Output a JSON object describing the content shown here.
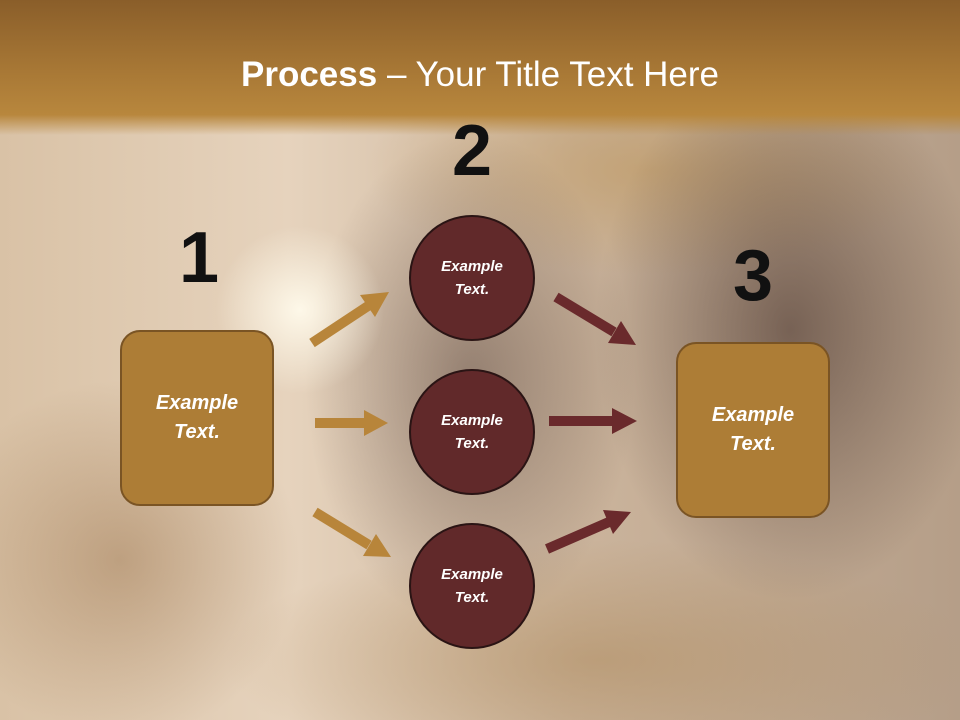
{
  "title": {
    "bold": "Process",
    "rest": " – Your Title Text Here"
  },
  "steps": [
    {
      "number": "1",
      "label": "Example Text."
    },
    {
      "number": "2",
      "labels": [
        "Example Text.",
        "Example Text.",
        "Example Text."
      ]
    },
    {
      "number": "3",
      "label": "Example Text."
    }
  ],
  "colors": {
    "header": "#a97936",
    "box_fill": "#ad7d36",
    "circle_fill": "#61292a",
    "arrow_gold": "#b8853a",
    "arrow_maroon": "#6a2a2c"
  }
}
